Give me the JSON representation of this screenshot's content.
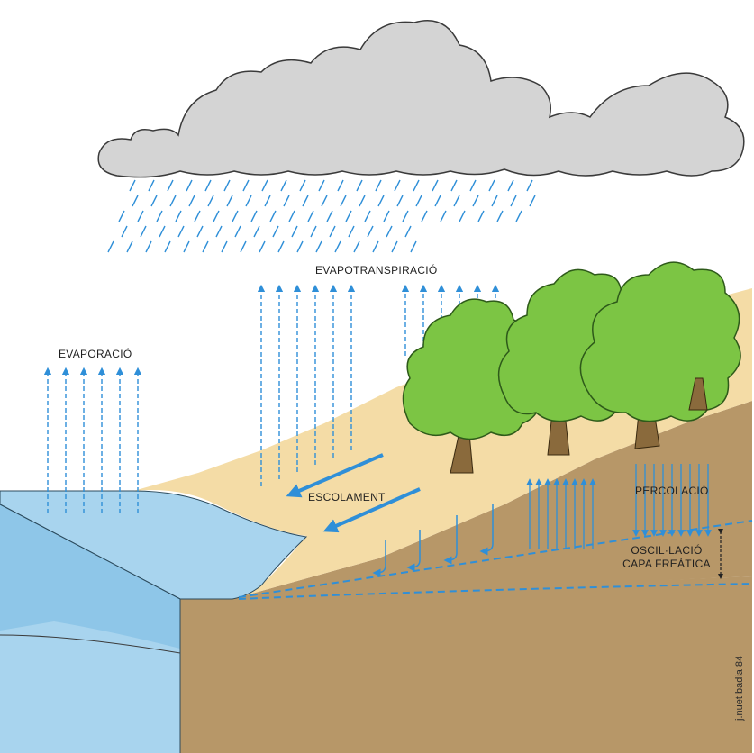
{
  "labels": {
    "evaporation": "EVAPORACIÓ",
    "evapotranspiration": "EVAPOTRANSPIRACIÓ",
    "runoff": "ESCOLAMENT",
    "percolation": "PERCOLACIÓ",
    "water_table_line1": "OSCIL·LACIÓ",
    "water_table_line2": "CAPA FREÀTICA"
  },
  "signature": "j.nuet badia 84",
  "colors": {
    "sky": "#ffffff",
    "cloud_fill": "#d4d4d4",
    "cloud_outline": "#3a3a3a",
    "rain": "#2f8fd8",
    "arrow": "#2f8fd8",
    "water": "#a8d4ee",
    "water_side": "#8ec6e8",
    "sand": "#f4dca6",
    "soil": "#b79768",
    "soil_dark": "#a98a5d",
    "tree_leaves": "#7cc544",
    "tree_outline": "#2e5a1a",
    "tree_trunk": "#8a6a3c",
    "label_text": "#1f1f1f"
  }
}
